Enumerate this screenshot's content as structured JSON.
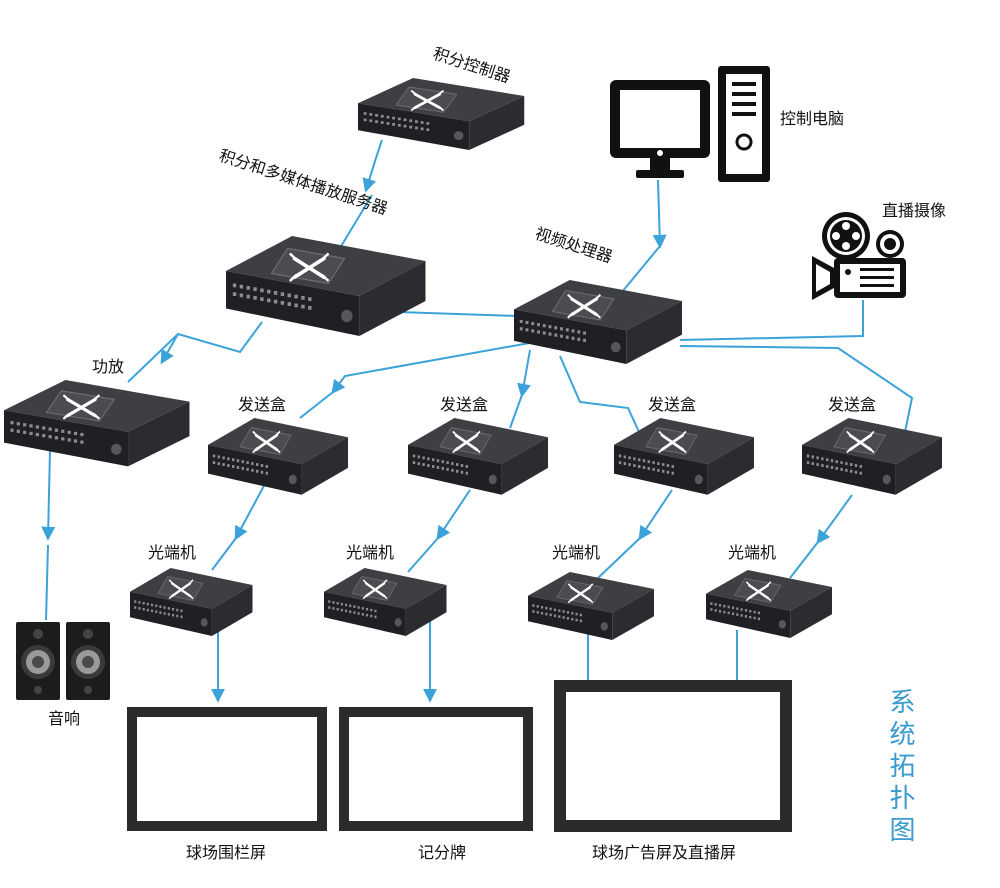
{
  "labels": {
    "integral_controller": "积分控制器",
    "media_server": "积分和多媒体播放服务器",
    "video_processor": "视频处理器",
    "control_pc": "控制电脑",
    "live_camera": "直播摄像",
    "amplifier": "功放",
    "sender_box": "发送盒",
    "optical_terminal": "光端机",
    "speakers": "音响",
    "fence_screen": "球场围栏屏",
    "scoreboard": "记分牌",
    "ad_live_screen": "球场广告屏及直播屏"
  },
  "title": "系统拓扑图",
  "colors": {
    "link": "#3ba3d9",
    "device": "#2f3134",
    "device_front": "#1e1f21",
    "screen_frame": "#2b2b2b",
    "title": "#3a9ad0"
  },
  "icons": {
    "device": "network-switch-icon",
    "computer": "desktop-computer-icon",
    "camera": "video-camera-icon",
    "speaker": "speaker-icon"
  }
}
